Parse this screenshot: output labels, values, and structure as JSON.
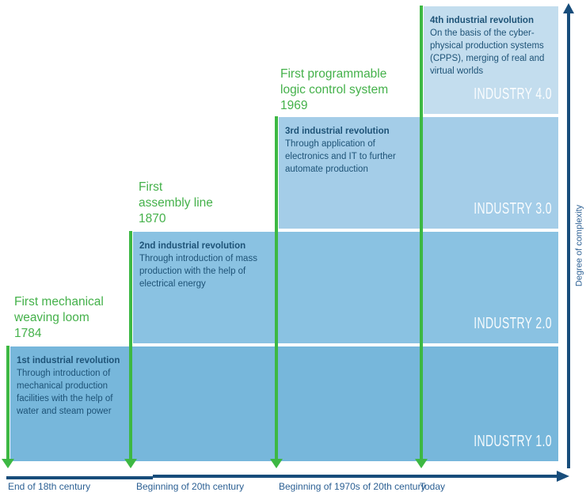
{
  "diagram": {
    "type": "industrial-revolutions-staircase",
    "colors": {
      "green_accent": "#3db843",
      "navy_axis": "#184d7b",
      "block_text": "#1e5377",
      "axis_label_text": "#2b5f93",
      "block_1_fill": "#77b7db",
      "block_2_fill": "#8ac2e2",
      "block_3_fill": "#a4cde8",
      "block_4_fill": "#c3ddee",
      "watermark_text": "#ffffff"
    },
    "blocks": [
      {
        "heading": "1st industrial revolution",
        "body": "Through introduction of\nmechanical production\nfacilities with the help of\nwater and steam power",
        "watermark": "INDUSTRY 1.0"
      },
      {
        "heading": "2nd industrial revolution",
        "body": "Through introduction of mass\nproduction with the help of\nelectrical energy",
        "watermark": "INDUSTRY 2.0"
      },
      {
        "heading": "3rd industrial revolution",
        "body": "Through application of\nelectronics and IT to further\nautomate production",
        "watermark": "INDUSTRY 3.0"
      },
      {
        "heading": "4th industrial revolution",
        "body": "On the basis of the cyber-\nphysical production systems\n(CPPS), merging of real and\nvirtual worlds",
        "watermark": "INDUSTRY 4.0"
      }
    ],
    "milestones": [
      {
        "text": "First mechanical\nweaving loom\n1784"
      },
      {
        "text": "First\nassembly line\n1870"
      },
      {
        "text": "First programmable\nlogic control system\n1969"
      }
    ],
    "x_axis": {
      "labels": [
        "End of 18th century",
        "Beginning of 20th century",
        "Beginning of 1970s of 20th century",
        "Today"
      ]
    },
    "y_axis": {
      "label": "Degree of complexity"
    }
  }
}
